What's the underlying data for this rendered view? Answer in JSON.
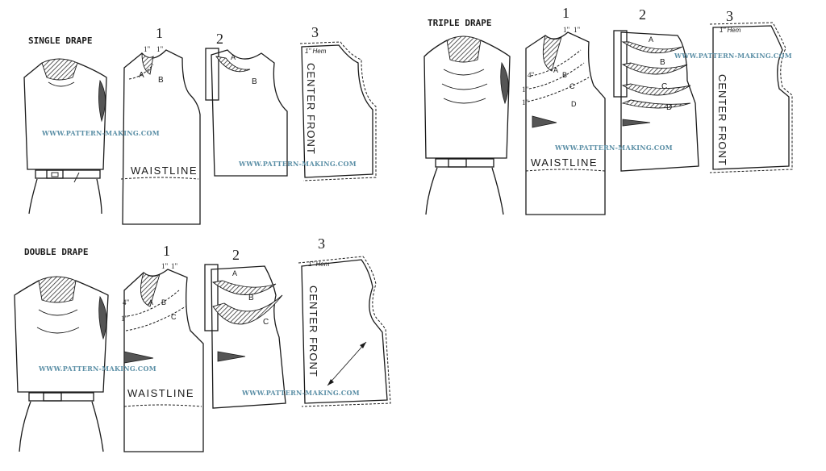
{
  "panels": {
    "single": {
      "title": "SINGLE DRAPE",
      "steps": [
        "1",
        "2",
        "3"
      ],
      "marks": {
        "inch1": "1\"",
        "inch2": "1\"",
        "a": "A",
        "b": "B",
        "b2": "B"
      },
      "waistline": "WAISTLINE",
      "hem": "1\" Hem",
      "center_front": "CENTER FRONT",
      "watermarks": [
        "WWW.PATTERN-MAKING.COM",
        "WWW.PATTERN-MAKING.COM"
      ]
    },
    "triple": {
      "title": "TRIPLE DRAPE",
      "steps": [
        "1",
        "2",
        "3"
      ],
      "marks": {
        "inch1": "1\"",
        "inch2": "1\"",
        "four": "4\"",
        "one1": "1\"",
        "one2": "1\"",
        "a": "A",
        "b": "B",
        "c": "C",
        "d": "D",
        "a2": "A",
        "b2": "B",
        "c2": "C",
        "d2": "D"
      },
      "waistline": "WAISTLINE",
      "hem": "1\" Hem",
      "center_front": "CENTER FRONT",
      "watermarks": [
        "WWW.PATTERN-MAKING.COM",
        "WWW.PATTERN-MAKING.COM"
      ]
    },
    "double": {
      "title": "DOUBLE DRAPE",
      "steps": [
        "1",
        "2",
        "3"
      ],
      "marks": {
        "inch1": "1\"",
        "inch2": "1\"",
        "four": "4\"",
        "one1": "1\"",
        "a": "A",
        "b": "B",
        "c": "C",
        "a2": "A",
        "b2": "B",
        "c2": "C"
      },
      "waistline": "WAISTLINE",
      "hem": "1\" Hem",
      "center_front": "CENTER FRONT",
      "watermarks": [
        "WWW.PATTERN-MAKING.COM",
        "WWW.PATTERN-MAKING.COM"
      ]
    }
  },
  "colors": {
    "ink": "#1a1a1a",
    "watermark": "#5b8fa6",
    "background": "#ffffff"
  }
}
